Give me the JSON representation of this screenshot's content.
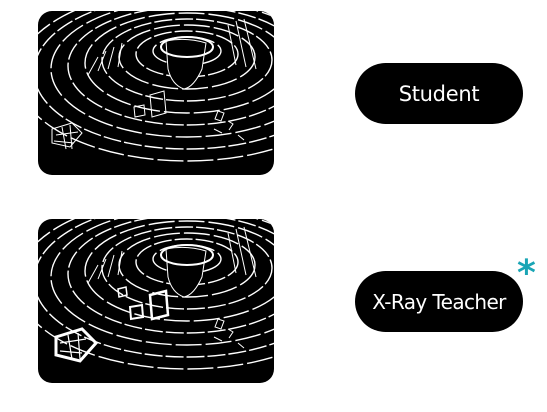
{
  "rows": [
    {
      "id": "student",
      "label": "Student",
      "lidar_view": "sparse-point-cloud"
    },
    {
      "id": "teacher",
      "label": "X-Ray Teacher",
      "lidar_view": "densified-point-cloud-with-object-highlights",
      "marker": "*"
    }
  ],
  "colors": {
    "pill_background": "#000000",
    "pill_text": "#ffffff",
    "marker": "#1aa5b5",
    "scan_background": "#000000",
    "scan_points": "#ffffff"
  }
}
